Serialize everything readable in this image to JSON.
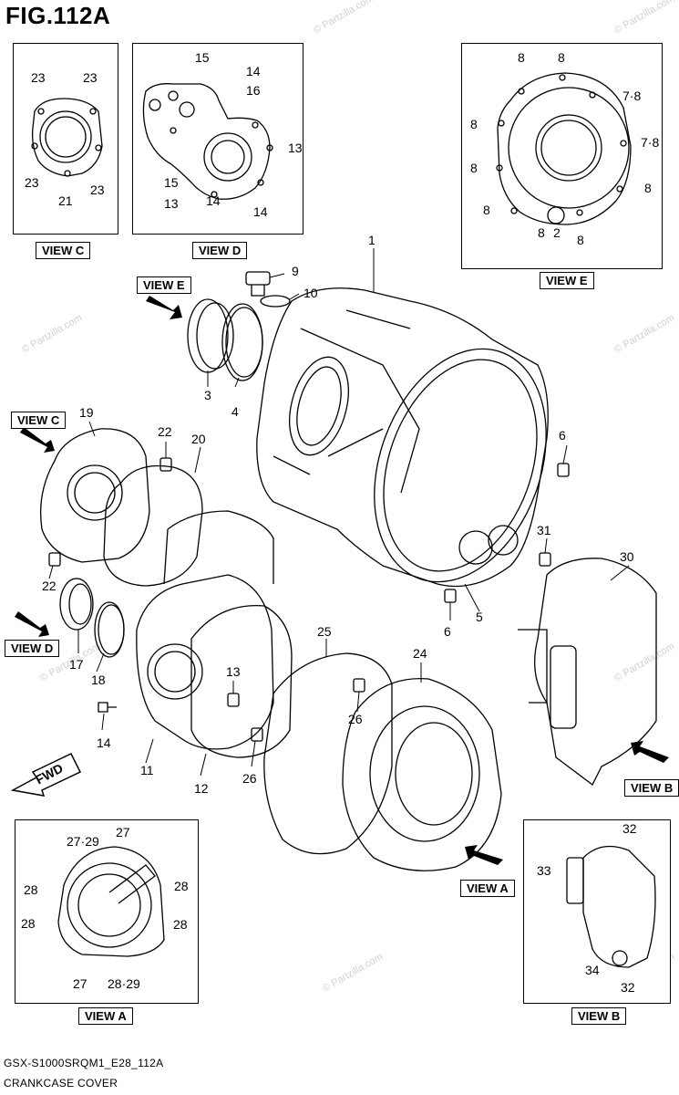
{
  "figure_title": "FIG.112A",
  "footer": {
    "model_code": "GSX-S1000SRQM1_E28_112A",
    "caption": "CRANKCASE COVER"
  },
  "watermark": "© Partzilla.com",
  "views": {
    "a": "VIEW A",
    "b": "VIEW B",
    "c": "VIEW C",
    "d": "VIEW D",
    "e": "VIEW E"
  },
  "fwd_label": "FWD",
  "part_numbers": {
    "p1": "1",
    "p2": "2",
    "p3": "3",
    "p4": "4",
    "p5": "5",
    "p6": "6",
    "p78": "7·8",
    "p8": "8",
    "p9": "9",
    "p10": "10",
    "p11": "11",
    "p12": "12",
    "p13": "13",
    "p14": "14",
    "p15": "15",
    "p16": "16",
    "p17": "17",
    "p18": "18",
    "p19": "19",
    "p20": "20",
    "p21": "21",
    "p22": "22",
    "p23": "23",
    "p24": "24",
    "p25": "25",
    "p26": "26",
    "p27": "27",
    "p2729": "27·29",
    "p28": "28",
    "p2829": "28·29",
    "p30": "30",
    "p31": "31",
    "p32": "32",
    "p33": "33",
    "p34": "34"
  }
}
